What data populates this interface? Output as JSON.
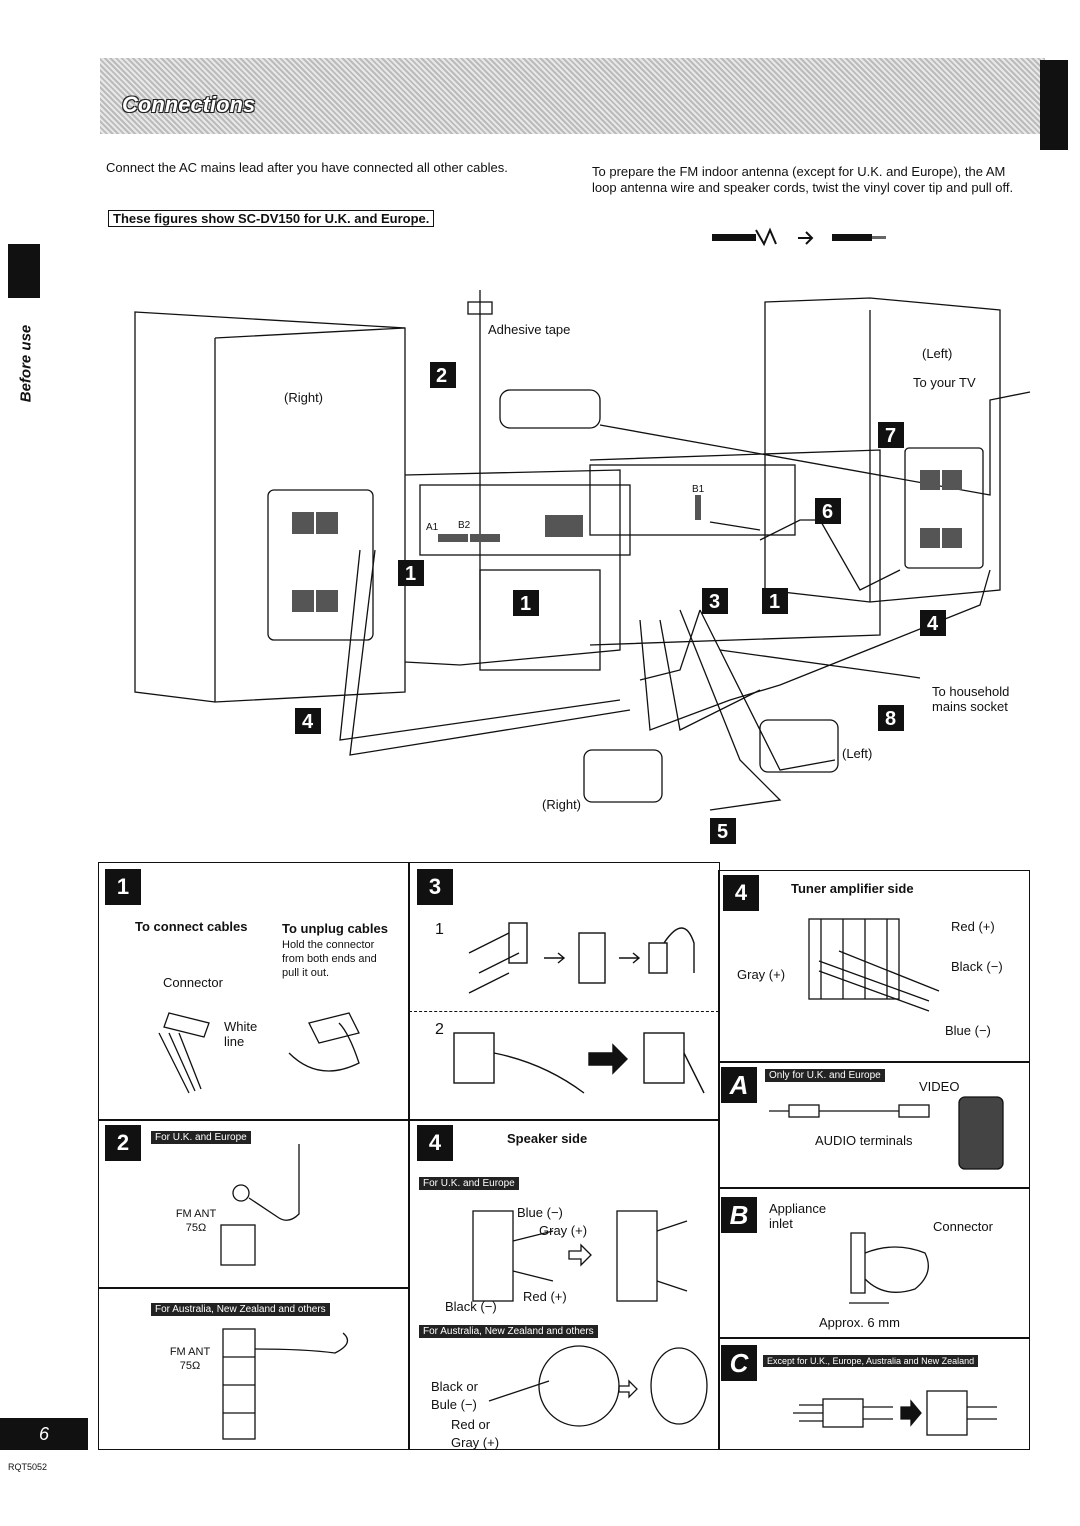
{
  "header": {
    "title": "Connections"
  },
  "sidebar": {
    "label": "Before use"
  },
  "intro": {
    "left": "Connect the AC mains lead after you have connected all other cables.",
    "right": "To prepare the FM indoor antenna (except for U.K. and Europe), the AM loop antenna wire and speaker cords, twist the vinyl cover tip and pull off."
  },
  "figure_note": "These figures show SC-DV150 for U.K. and Europe.",
  "diagram": {
    "adhesive_tape": "Adhesive tape",
    "right_top": "(Right)",
    "left_top": "(Left)",
    "to_tv": "To your TV",
    "household": "To household mains socket",
    "left_bottom": "(Left)",
    "right_bottom": "(Right)",
    "a1": "A1",
    "b2": "B2",
    "b1": "B1",
    "steps": [
      "1",
      "2",
      "3",
      "4",
      "5",
      "6",
      "7",
      "8"
    ]
  },
  "panel1": {
    "num": "1",
    "connect": "To connect cables",
    "unplug": "To unplug cables",
    "hold": "Hold the connector from both ends and pull it out.",
    "connector": "Connector",
    "white_line": "White line"
  },
  "panel2": {
    "num": "2",
    "badge1": "For U.K. and Europe",
    "fm_ant1": "FM ANT 75Ω",
    "badge2": "For Australia, New Zealand and others",
    "fm_ant2": "FM ANT 75Ω"
  },
  "panel3": {
    "num": "3",
    "step1": "1",
    "step2": "2"
  },
  "panel4a": {
    "num": "4",
    "title": "Tuner amplifier side",
    "red": "Red (+)",
    "black": "Black (−)",
    "gray": "Gray (+)",
    "blue": "Blue (−)"
  },
  "panel4b": {
    "num": "4",
    "title": "Speaker side",
    "badge1": "For U.K. and Europe",
    "blue": "Blue (−)",
    "gray": "Gray (+)",
    "red": "Red (+)",
    "black": "Black (−)",
    "badge2": "For Australia, New Zealand and others",
    "black_or": "Black or",
    "bule": "Bule (−)",
    "red_or": "Red or",
    "gray2": "Gray (+)"
  },
  "panelA": {
    "letter": "A",
    "badge": "Only for U.K. and Europe",
    "video": "VIDEO",
    "audio": "AUDIO terminals"
  },
  "panelB": {
    "letter": "B",
    "appliance": "Appliance inlet",
    "connector": "Connector",
    "approx": "Approx. 6 mm"
  },
  "panelC": {
    "letter": "C",
    "badge": "Except for U.K., Europe, Australia and New Zealand"
  },
  "footer": {
    "page": "6",
    "code": "RQT5052"
  }
}
